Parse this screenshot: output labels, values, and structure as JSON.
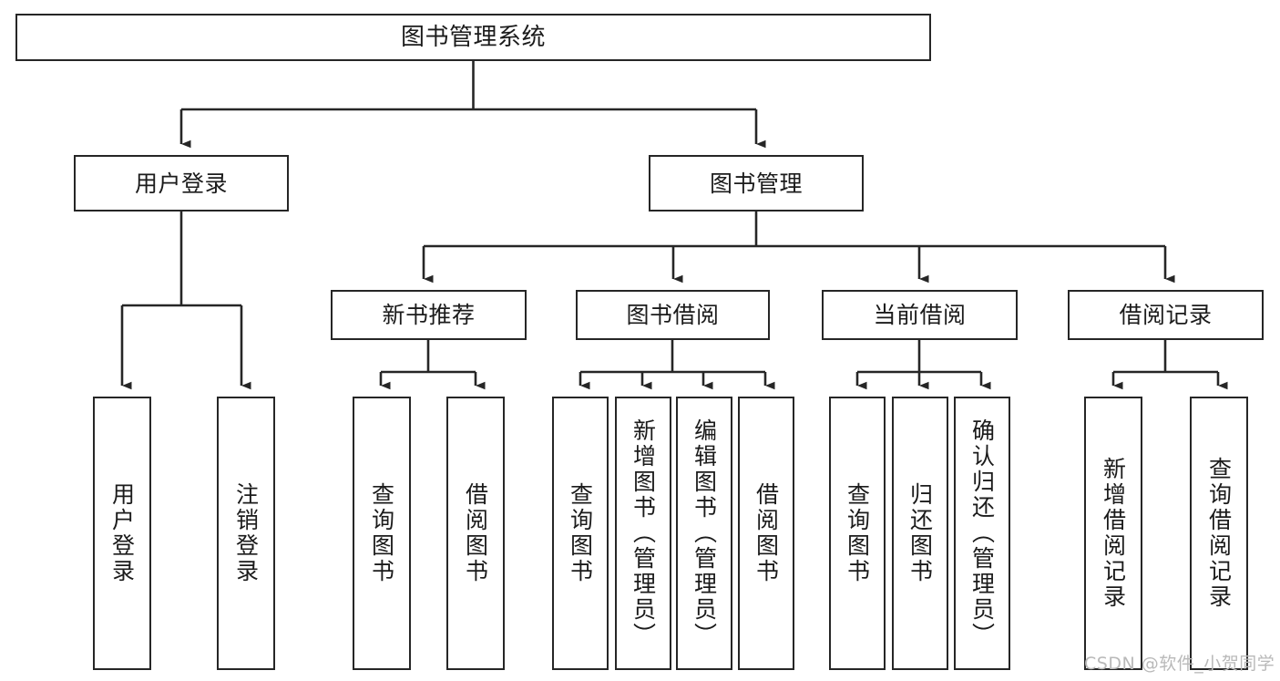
{
  "diagram": {
    "title": "图书管理系统",
    "watermark": "CSDN @软件_小贺同学",
    "stroke_color": "#262626",
    "background_color": "#ffffff",
    "levels": {
      "level1": [
        {
          "id": "root",
          "label": "图书管理系统"
        }
      ],
      "level2": [
        {
          "id": "user-login",
          "label": "用户登录"
        },
        {
          "id": "book-manage",
          "label": "图书管理"
        }
      ],
      "level3": [
        {
          "id": "new-book-rec",
          "label": "新书推荐"
        },
        {
          "id": "book-borrow",
          "label": "图书借阅"
        },
        {
          "id": "current-borrow",
          "label": "当前借阅"
        },
        {
          "id": "borrow-record",
          "label": "借阅记录"
        }
      ],
      "level4": [
        {
          "id": "leaf-user-login",
          "label": "用户登录",
          "parent": "user-login"
        },
        {
          "id": "leaf-user-logout",
          "label": "注销登录",
          "parent": "user-login"
        },
        {
          "id": "leaf-query-book-1",
          "label": "查询图书",
          "parent": "new-book-rec"
        },
        {
          "id": "leaf-borrow-book-1",
          "label": "借阅图书",
          "parent": "new-book-rec"
        },
        {
          "id": "leaf-query-book-2",
          "label": "查询图书",
          "parent": "book-borrow"
        },
        {
          "id": "leaf-add-book",
          "label": "新增图书（管理员）",
          "parent": "book-borrow"
        },
        {
          "id": "leaf-edit-book",
          "label": "编辑图书（管理员）",
          "parent": "book-borrow"
        },
        {
          "id": "leaf-borrow-book-2",
          "label": "借阅图书",
          "parent": "book-borrow"
        },
        {
          "id": "leaf-query-book-3",
          "label": "查询图书",
          "parent": "current-borrow"
        },
        {
          "id": "leaf-return-book",
          "label": "归还图书",
          "parent": "current-borrow"
        },
        {
          "id": "leaf-confirm-return",
          "label": "确认归还（管理员）",
          "parent": "current-borrow"
        },
        {
          "id": "leaf-add-record",
          "label": "新增借阅记录",
          "parent": "borrow-record"
        },
        {
          "id": "leaf-query-record",
          "label": "查询借阅记录",
          "parent": "borrow-record"
        }
      ]
    }
  }
}
